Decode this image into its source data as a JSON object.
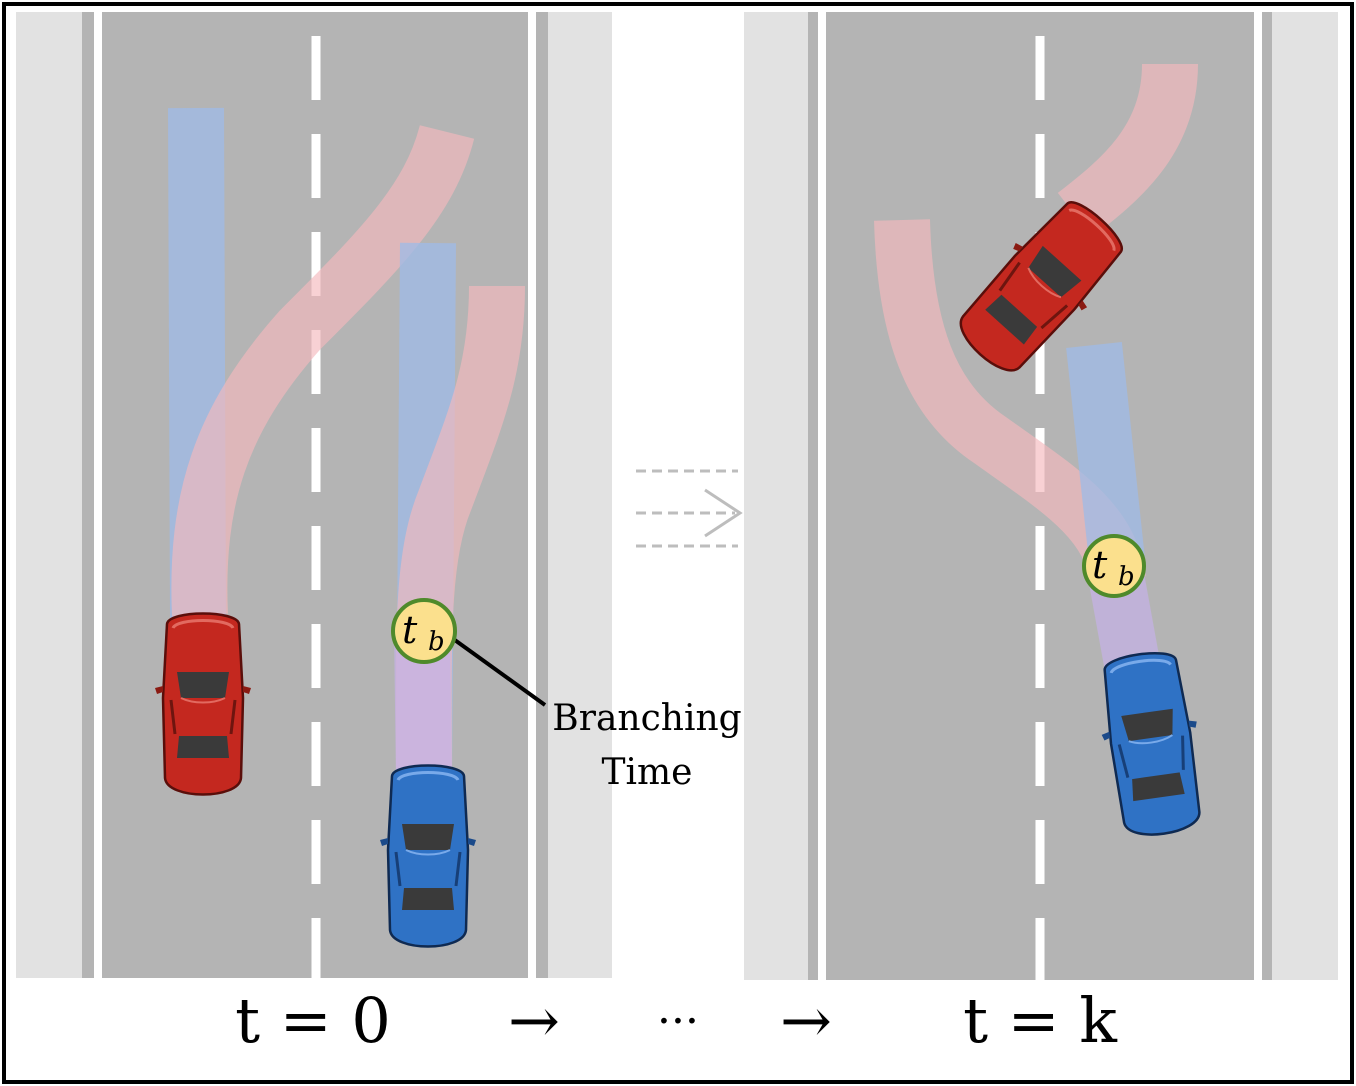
{
  "scenes": [
    {
      "time_label": "t = 0"
    },
    {
      "time_label": "t = k"
    }
  ],
  "sequence": {
    "arrow_1": "→",
    "ellipsis": "···",
    "arrow_2": "→"
  },
  "branching_marker": {
    "symbol": "t",
    "subscript": "b"
  },
  "annotation": {
    "line1": "Branching",
    "line2": "Time"
  },
  "colors": {
    "road": "#b4b4b4",
    "shoulder": "#e2e2e2",
    "lane_marking": "#ffffff",
    "red_car": "#c4281f",
    "blue_car": "#2f72c5",
    "red_trajectory": "#f4b8bd",
    "blue_trajectory": "#9fbbe8",
    "marker_fill": "#fbe08d",
    "marker_stroke": "#4f8a2b"
  }
}
